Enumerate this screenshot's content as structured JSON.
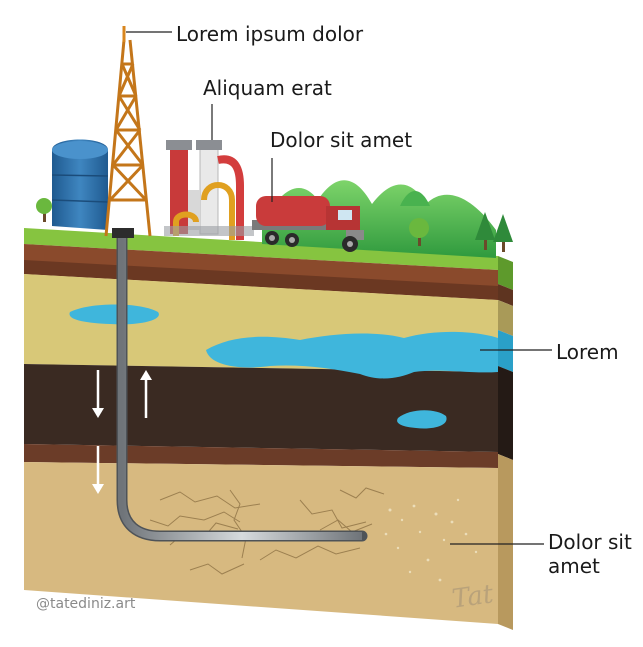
{
  "labels": {
    "derrick": "Lorem ipsum dolor",
    "plant": "Aliquam erat",
    "truck": "Dolor sit amet",
    "water": "Lorem",
    "shale": "Dolor sit amet"
  },
  "credit": "@tatediniz.art",
  "signature": "Tat",
  "colors": {
    "grass": "#86c440",
    "soil": "#8a4a2c",
    "sand_layer": "#d8c878",
    "dark_layer": "#3a2a22",
    "rock": "#d7b980",
    "water": "#3fb6dc",
    "pipe": "#9aa0a6",
    "derrick": "#d8861e",
    "tank": "#2f6ea6",
    "truck": "#c93b3b"
  },
  "icons": [
    "oil-derrick-icon",
    "storage-tank-icon",
    "processing-plant-icon",
    "tanker-truck-icon",
    "tree-icon",
    "arrow-down-icon",
    "arrow-up-icon"
  ]
}
